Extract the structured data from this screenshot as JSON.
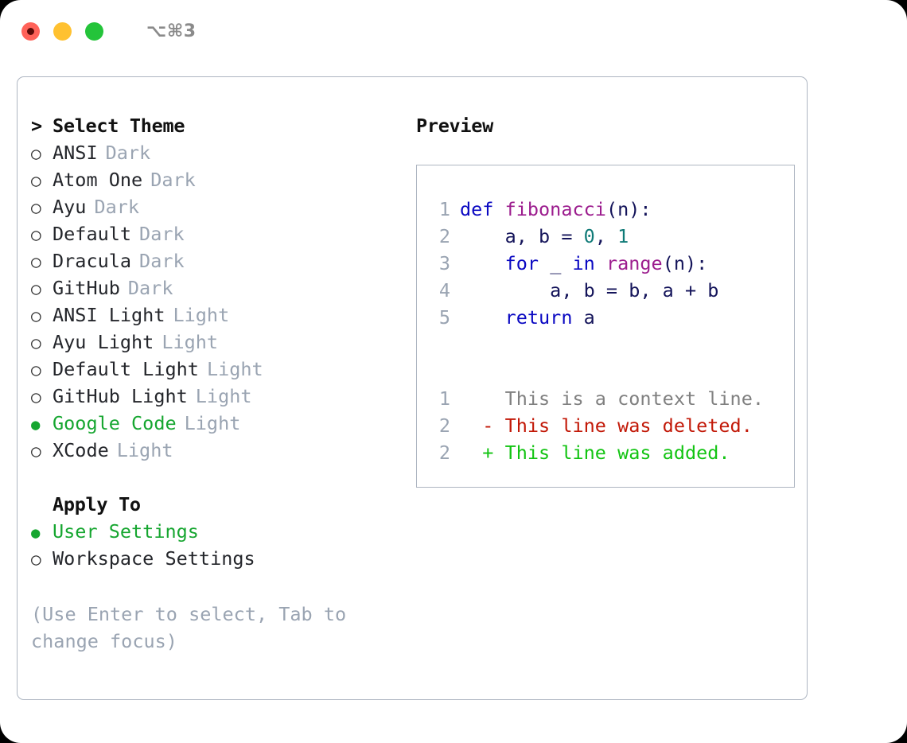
{
  "titlebar": {
    "shortcut": "⌥⌘3",
    "buttons": [
      {
        "name": "close",
        "color": "#ff6259"
      },
      {
        "name": "minimize",
        "color": "#ffc130"
      },
      {
        "name": "maximize",
        "color": "#24c43a"
      }
    ]
  },
  "theme_picker": {
    "caret": ">",
    "header": "Select Theme",
    "bullet_off": "○",
    "bullet_on": "●",
    "items": [
      {
        "label": "ANSI",
        "variant": "Dark",
        "selected": false
      },
      {
        "label": "Atom One",
        "variant": "Dark",
        "selected": false
      },
      {
        "label": "Ayu",
        "variant": "Dark",
        "selected": false
      },
      {
        "label": "Default",
        "variant": "Dark",
        "selected": false
      },
      {
        "label": "Dracula",
        "variant": "Dark",
        "selected": false
      },
      {
        "label": "GitHub",
        "variant": "Dark",
        "selected": false
      },
      {
        "label": "ANSI Light",
        "variant": "Light",
        "selected": false
      },
      {
        "label": "Ayu Light",
        "variant": "Light",
        "selected": false
      },
      {
        "label": "Default Light",
        "variant": "Light",
        "selected": false
      },
      {
        "label": "GitHub Light",
        "variant": "Light",
        "selected": false
      },
      {
        "label": "Google Code",
        "variant": "Light",
        "selected": true
      },
      {
        "label": "XCode",
        "variant": "Light",
        "selected": false
      }
    ]
  },
  "apply_to": {
    "title": "Apply To",
    "items": [
      {
        "label": "User Settings",
        "selected": true
      },
      {
        "label": "Workspace Settings",
        "selected": false
      }
    ]
  },
  "hint": "(Use Enter to select, Tab to change focus)",
  "preview": {
    "title": "Preview",
    "code_lines": [
      {
        "num": "1",
        "tokens": [
          {
            "text": "def ",
            "kind": "kw"
          },
          {
            "text": "fibonacci",
            "kind": "fn"
          },
          {
            "text": "(n):",
            "kind": "pl"
          }
        ]
      },
      {
        "num": "2",
        "tokens": [
          {
            "text": "    a, b = ",
            "kind": "pl"
          },
          {
            "text": "0",
            "kind": "num"
          },
          {
            "text": ", ",
            "kind": "pl"
          },
          {
            "text": "1",
            "kind": "num"
          }
        ]
      },
      {
        "num": "3",
        "tokens": [
          {
            "text": "    ",
            "kind": "pl"
          },
          {
            "text": "for",
            "kind": "kw"
          },
          {
            "text": " _ ",
            "kind": "pl"
          },
          {
            "text": "in",
            "kind": "kw"
          },
          {
            "text": " ",
            "kind": "pl"
          },
          {
            "text": "range",
            "kind": "fn"
          },
          {
            "text": "(n):",
            "kind": "pl"
          }
        ]
      },
      {
        "num": "4",
        "tokens": [
          {
            "text": "        a, b = b, a + b",
            "kind": "pl"
          }
        ]
      },
      {
        "num": "5",
        "tokens": [
          {
            "text": "    ",
            "kind": "pl"
          },
          {
            "text": "return",
            "kind": "kw"
          },
          {
            "text": " a",
            "kind": "pl"
          }
        ]
      }
    ],
    "diff_lines": [
      {
        "num": "1",
        "marker": "  ",
        "text": "This is a context line.",
        "kind": "ctx"
      },
      {
        "num": "2",
        "marker": "- ",
        "text": "This line was deleted.",
        "kind": "del"
      },
      {
        "num": "2",
        "marker": "+ ",
        "text": "This line was added.",
        "kind": "add"
      }
    ]
  },
  "colors": {
    "accent_green": "#16a630",
    "muted": "#9aa4b2",
    "border": "#aeb6c2",
    "keyword": "#0a08c2",
    "function": "#9c1d8e",
    "number": "#0f7a77",
    "plain": "#14145a",
    "diff_add": "#12c412",
    "diff_del": "#c21807",
    "diff_ctx": "#808080"
  }
}
